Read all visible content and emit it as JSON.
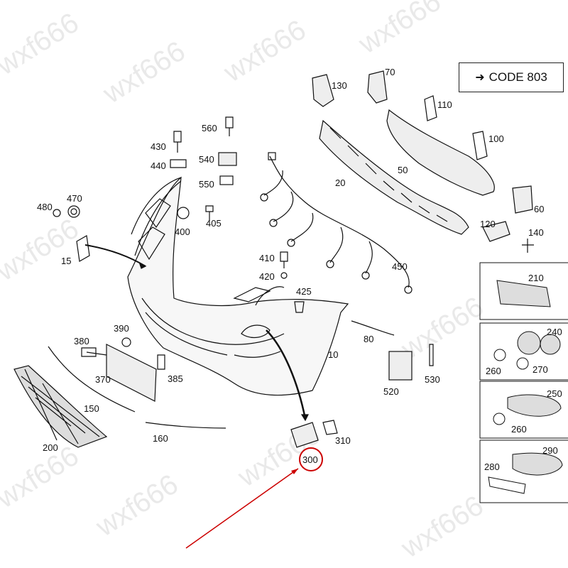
{
  "code_box": {
    "label": "CODE 803"
  },
  "watermark": "wxf666",
  "callouts": {
    "p10": "10",
    "p15": "15",
    "p20": "20",
    "p50": "50",
    "p60": "60",
    "p70": "70",
    "p80": "80",
    "p100": "100",
    "p110": "110",
    "p120": "120",
    "p130": "130",
    "p140": "140",
    "p150": "150",
    "p160": "160",
    "p200": "200",
    "p210": "210",
    "p240": "240",
    "p250": "250",
    "p260a": "260",
    "p260b": "260",
    "p270": "270",
    "p280": "280",
    "p290": "290",
    "p300": "300",
    "p310": "310",
    "p370": "370",
    "p380": "380",
    "p385": "385",
    "p390": "390",
    "p400": "400",
    "p405": "405",
    "p410": "410",
    "p420": "420",
    "p425": "425",
    "p430": "430",
    "p440": "440",
    "p450": "450",
    "p470": "470",
    "p480": "480",
    "p520": "520",
    "p530": "530",
    "p540": "540",
    "p550": "550",
    "p560": "560"
  },
  "colors": {
    "highlight": "#cc0000",
    "line": "#111111",
    "part_fill": "#f2f2f2"
  }
}
